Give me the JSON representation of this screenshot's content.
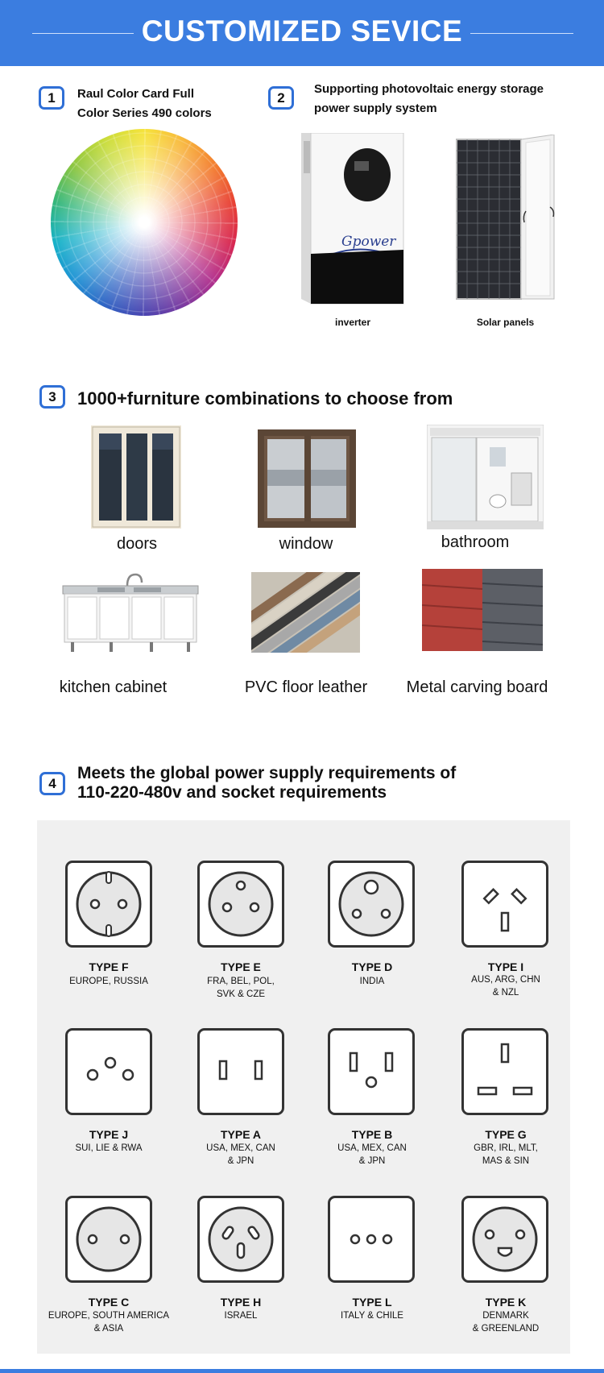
{
  "header": {
    "title": "CUSTOMIZED SEVICE"
  },
  "section1": {
    "number": "1",
    "title_line1": "Raul Color Card Full",
    "title_line2": "Color Series 490 colors"
  },
  "section2": {
    "number": "2",
    "title_line1": "Supporting photovoltaic energy storage",
    "title_line2": "power supply system",
    "inverter_label": "inverter",
    "panels_label": "Solar panels",
    "brand": "Gpower"
  },
  "section3": {
    "number": "3",
    "title": "1000+furniture combinations to choose from",
    "items": [
      {
        "label": "doors"
      },
      {
        "label": "window"
      },
      {
        "label": "bathroom"
      },
      {
        "label": "kitchen cabinet"
      },
      {
        "label": "PVC floor leather"
      },
      {
        "label": "Metal carving board"
      }
    ]
  },
  "section4": {
    "number": "4",
    "title_line1": "Meets the global power supply requirements of",
    "title_line2": "110-220-480v and socket requirements",
    "sockets": [
      {
        "type": "TYPE F",
        "region1": "EUROPE, RUSSIA",
        "region2": "",
        "icon": "socket-type-f"
      },
      {
        "type": "TYPE E",
        "region1": "FRA, BEL, POL,",
        "region2": "SVK & CZE",
        "icon": "socket-type-e"
      },
      {
        "type": "TYPE D",
        "region1": "INDIA",
        "region2": "",
        "icon": "socket-type-d"
      },
      {
        "type": "TYPE I",
        "region1": "AUS, ARG, CHN",
        "region2": "& NZL",
        "icon": "socket-type-i"
      },
      {
        "type": "TYPE J",
        "region1": "SUI, LIE & RWA",
        "region2": "",
        "icon": "socket-type-j"
      },
      {
        "type": "TYPE A",
        "region1": "USA, MEX, CAN",
        "region2": "& JPN",
        "icon": "socket-type-a"
      },
      {
        "type": "TYPE B",
        "region1": "USA, MEX, CAN",
        "region2": "& JPN",
        "icon": "socket-type-b"
      },
      {
        "type": "TYPE G",
        "region1": "GBR, IRL, MLT,",
        "region2": "MAS & SIN",
        "icon": "socket-type-g"
      },
      {
        "type": "TYPE C",
        "region1": "EUROPE, SOUTH AMERICA",
        "region2": "& ASIA",
        "icon": "socket-type-c"
      },
      {
        "type": "TYPE H",
        "region1": "ISRAEL",
        "region2": "",
        "icon": "socket-type-h"
      },
      {
        "type": "TYPE L",
        "region1": "ITALY & CHILE",
        "region2": "",
        "icon": "socket-type-l"
      },
      {
        "type": "TYPE K",
        "region1": "DENMARK",
        "region2": "& GREENLAND",
        "icon": "socket-type-k"
      }
    ]
  },
  "colors": {
    "accent": "#3b7de0",
    "badge_border": "#2f6fd6",
    "panel_bg": "#f0f0f0"
  }
}
